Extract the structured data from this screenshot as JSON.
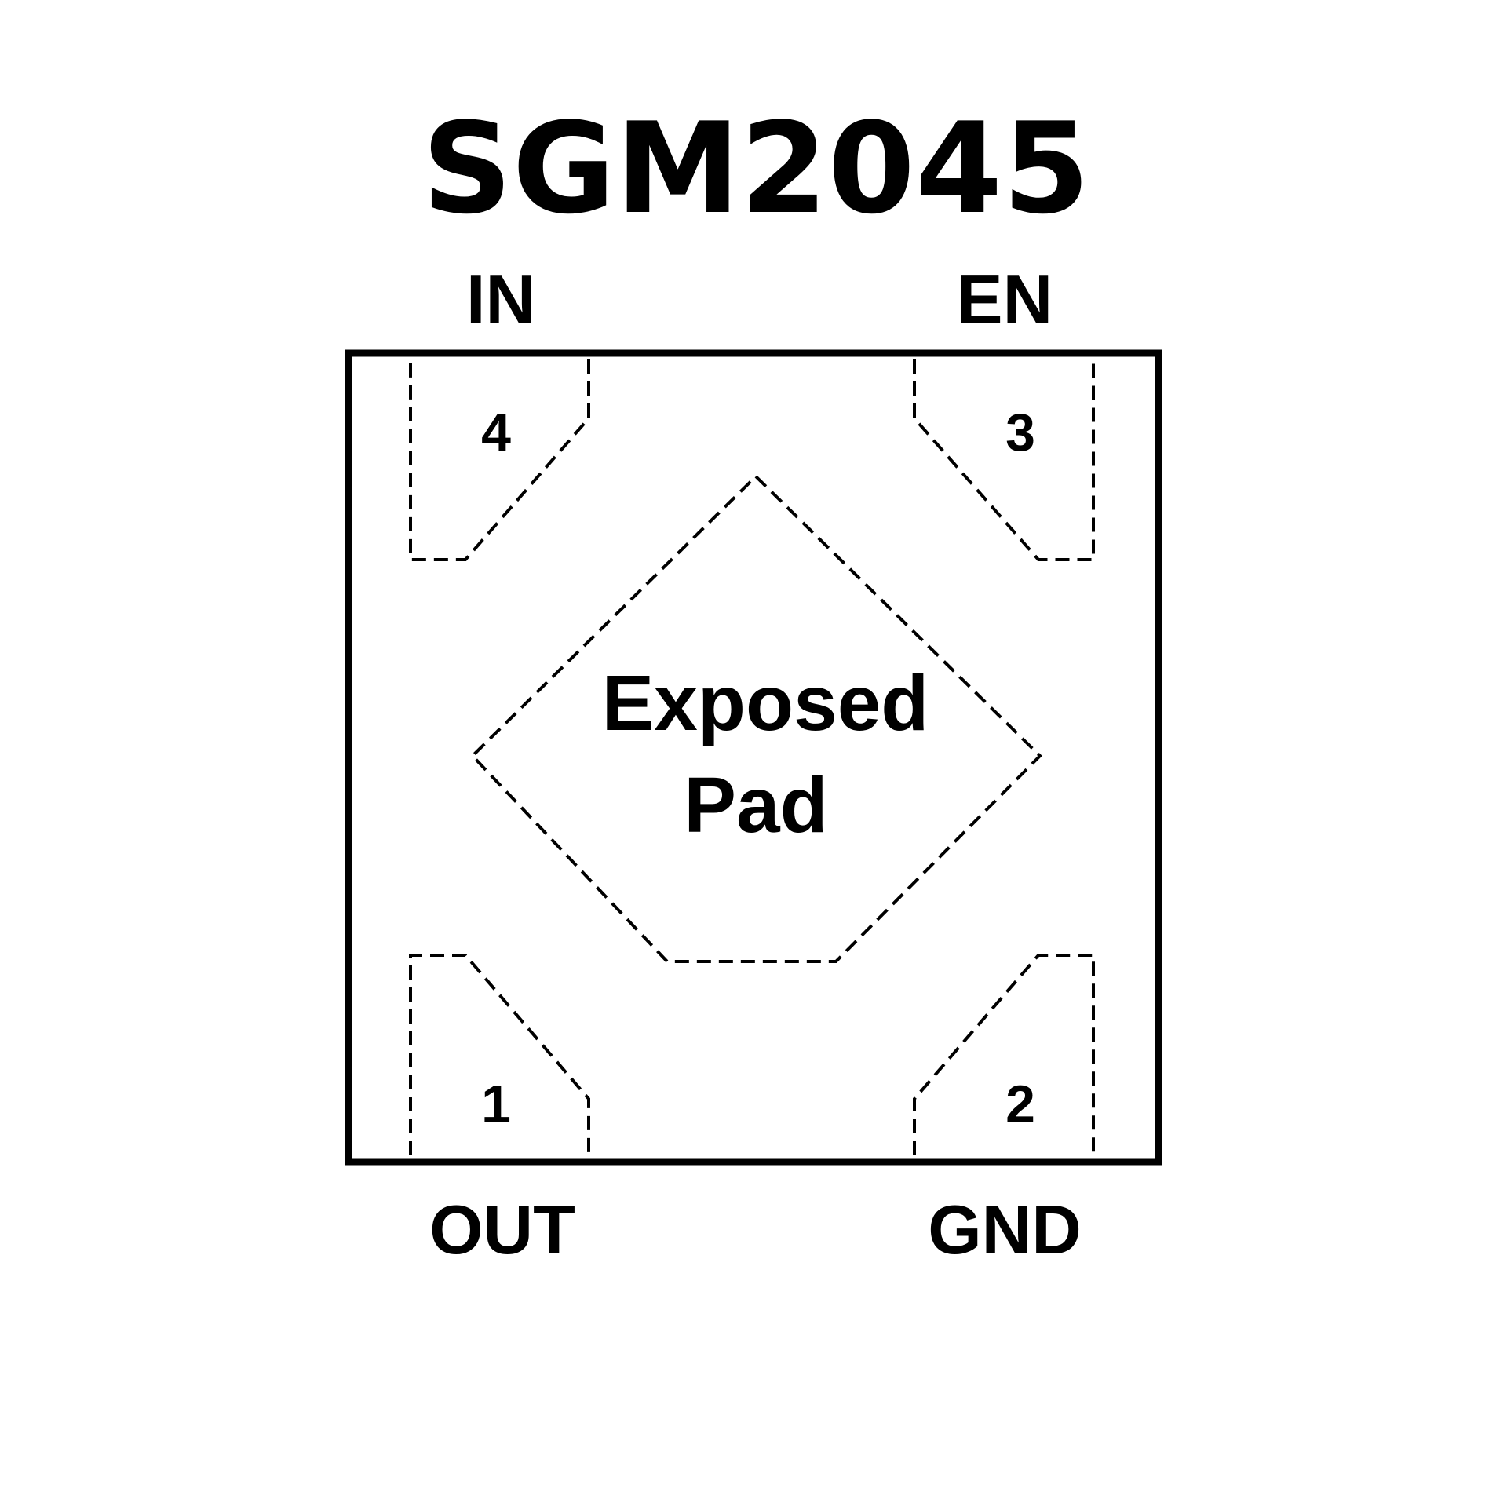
{
  "title": "SGM2045",
  "pins": [
    {
      "number": "1",
      "name": "OUT"
    },
    {
      "number": "2",
      "name": "GND"
    },
    {
      "number": "3",
      "name": "EN"
    },
    {
      "number": "4",
      "name": "IN"
    }
  ],
  "exposed_pad": {
    "line1": "Exposed",
    "line2": "Pad"
  }
}
